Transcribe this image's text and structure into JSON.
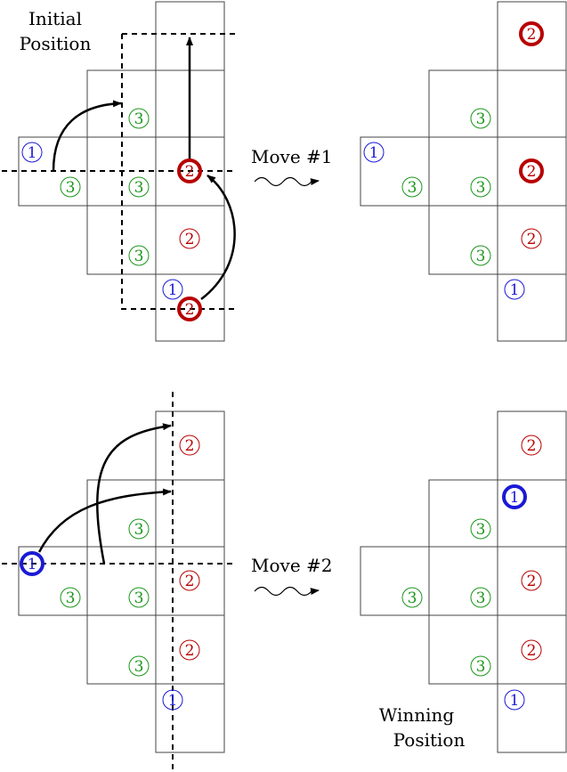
{
  "labels": {
    "initial_position": [
      "Initial",
      "Position"
    ],
    "move1": "Move #1",
    "move2": "Move #2",
    "winning_position": [
      "Winning",
      "Position"
    ]
  },
  "colors": {
    "player1": "#1a1ad6",
    "player2": "#b80000",
    "player3": "#1a961a",
    "grid_line": "#444444",
    "arrow": "#000000"
  },
  "panels": [
    {
      "id": "initial",
      "pieces": [
        {
          "label": "1",
          "player": 1,
          "highlight": false
        },
        {
          "label": "3",
          "player": 3,
          "highlight": false
        },
        {
          "label": "3",
          "player": 3,
          "highlight": false
        },
        {
          "label": "3",
          "player": 3,
          "highlight": false
        },
        {
          "label": "2",
          "player": 2,
          "highlight": true
        },
        {
          "label": "3",
          "player": 3,
          "highlight": false
        },
        {
          "label": "2",
          "player": 2,
          "highlight": false
        },
        {
          "label": "1",
          "player": 1,
          "highlight": false
        },
        {
          "label": "2",
          "player": 2,
          "highlight": true
        }
      ]
    },
    {
      "id": "after-move1",
      "pieces": [
        {
          "label": "2",
          "player": 2,
          "highlight": true
        },
        {
          "label": "3",
          "player": 3,
          "highlight": false
        },
        {
          "label": "1",
          "player": 1,
          "highlight": false
        },
        {
          "label": "3",
          "player": 3,
          "highlight": false
        },
        {
          "label": "3",
          "player": 3,
          "highlight": false
        },
        {
          "label": "2",
          "player": 2,
          "highlight": true
        },
        {
          "label": "2",
          "player": 2,
          "highlight": false
        },
        {
          "label": "3",
          "player": 3,
          "highlight": false
        },
        {
          "label": "1",
          "player": 1,
          "highlight": false
        }
      ]
    },
    {
      "id": "before-move2",
      "pieces": [
        {
          "label": "2",
          "player": 2,
          "highlight": false
        },
        {
          "label": "3",
          "player": 3,
          "highlight": false
        },
        {
          "label": "1",
          "player": 1,
          "highlight": true
        },
        {
          "label": "3",
          "player": 3,
          "highlight": false
        },
        {
          "label": "3",
          "player": 3,
          "highlight": false
        },
        {
          "label": "2",
          "player": 2,
          "highlight": false
        },
        {
          "label": "2",
          "player": 2,
          "highlight": false
        },
        {
          "label": "3",
          "player": 3,
          "highlight": false
        },
        {
          "label": "1",
          "player": 1,
          "highlight": false
        }
      ]
    },
    {
      "id": "winning",
      "pieces": [
        {
          "label": "2",
          "player": 2,
          "highlight": false
        },
        {
          "label": "1",
          "player": 1,
          "highlight": true
        },
        {
          "label": "3",
          "player": 3,
          "highlight": false
        },
        {
          "label": "3",
          "player": 3,
          "highlight": false
        },
        {
          "label": "3",
          "player": 3,
          "highlight": false
        },
        {
          "label": "2",
          "player": 2,
          "highlight": false
        },
        {
          "label": "2",
          "player": 2,
          "highlight": false
        },
        {
          "label": "3",
          "player": 3,
          "highlight": false
        },
        {
          "label": "1",
          "player": 1,
          "highlight": false
        }
      ]
    }
  ]
}
